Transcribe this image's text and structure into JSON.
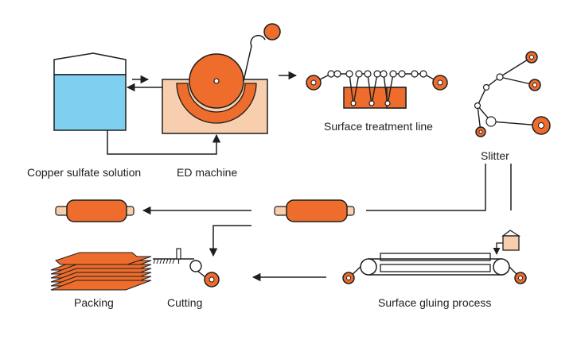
{
  "colors": {
    "copper": "#ee6c2c",
    "copper_light": "#f8cfae",
    "solution": "#7fd0f0",
    "line": "#1e1e1e",
    "background": "#ffffff"
  },
  "labels": {
    "copper_sulfate": "Copper sulfate solution",
    "ed_machine": "ED machine",
    "surface_treatment": "Surface treatment line",
    "slitter": "Slitter",
    "surface_gluing": "Surface gluing process",
    "cutting": "Cutting",
    "packing": "Packing"
  }
}
